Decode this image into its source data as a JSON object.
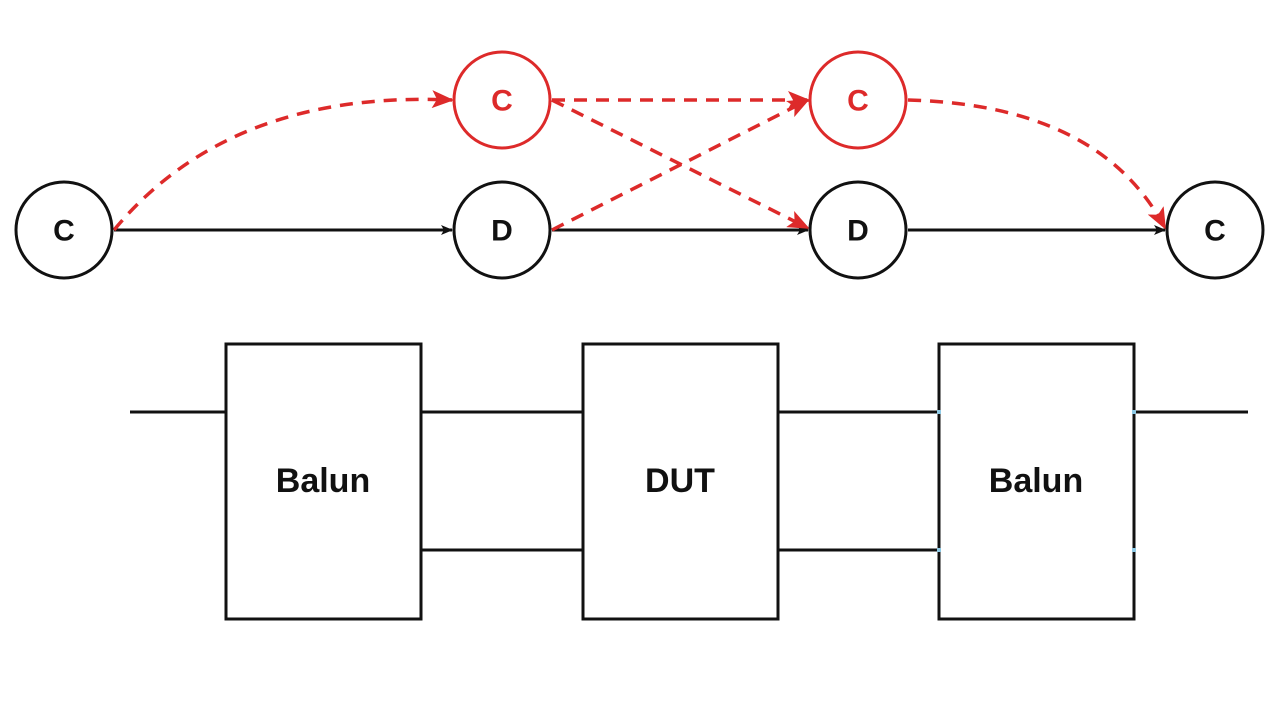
{
  "colors": {
    "black": "#111111",
    "red": "#dd2a2a",
    "port": "#8ecae6",
    "background": "#ffffff"
  },
  "flow_graph": {
    "nodes": [
      {
        "id": "c-left",
        "label": "C",
        "color": "black"
      },
      {
        "id": "d-mid1",
        "label": "D",
        "color": "black"
      },
      {
        "id": "d-mid2",
        "label": "D",
        "color": "black"
      },
      {
        "id": "c-right",
        "label": "C",
        "color": "black"
      },
      {
        "id": "c-top1",
        "label": "C",
        "color": "red"
      },
      {
        "id": "c-top2",
        "label": "C",
        "color": "red"
      }
    ],
    "edges": [
      {
        "from": "c-left",
        "to": "d-mid1",
        "style": "solid",
        "color": "black"
      },
      {
        "from": "d-mid1",
        "to": "d-mid2",
        "style": "solid",
        "color": "black"
      },
      {
        "from": "d-mid2",
        "to": "c-right",
        "style": "solid",
        "color": "black"
      },
      {
        "from": "c-left",
        "to": "c-top1",
        "style": "dashed",
        "color": "red"
      },
      {
        "from": "c-top1",
        "to": "c-top2",
        "style": "dashed",
        "color": "red"
      },
      {
        "from": "c-top1",
        "to": "d-mid2",
        "style": "dashed",
        "color": "red"
      },
      {
        "from": "d-mid1",
        "to": "c-top2",
        "style": "dashed",
        "color": "red"
      },
      {
        "from": "c-top2",
        "to": "c-right",
        "style": "dashed",
        "color": "red"
      }
    ]
  },
  "block_chain": {
    "blocks": [
      {
        "id": "balun-left",
        "label": "Balun"
      },
      {
        "id": "dut",
        "label": "DUT"
      },
      {
        "id": "balun-right",
        "label": "Balun"
      }
    ]
  }
}
